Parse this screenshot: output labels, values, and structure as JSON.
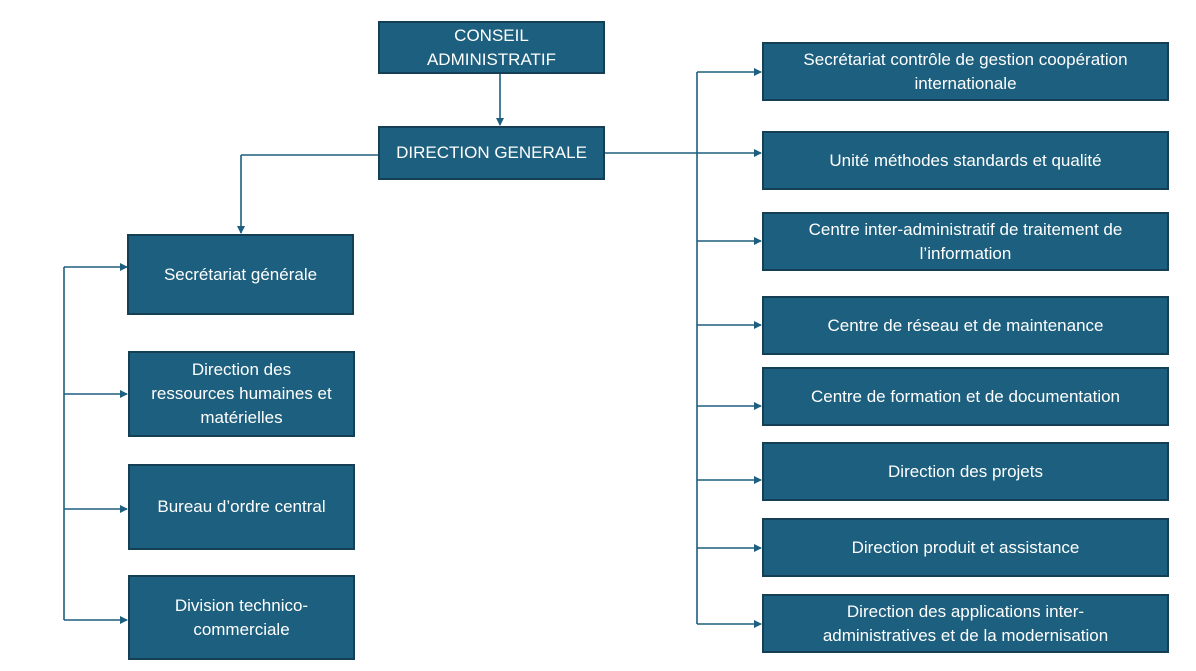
{
  "colors": {
    "box_fill": "#1d5f7e",
    "box_border": "#143f55",
    "connector": "#1d5f7e",
    "text": "#ffffff"
  },
  "top": {
    "conseil": "CONSEIL\nADMINISTRATIF",
    "direction_generale": "DIRECTION GENERALE"
  },
  "left_units": [
    "Secrétariat générale",
    "Direction des\nressources humaines et\nmatérielles",
    "Bureau d’ordre central",
    "Division technico-\ncommerciale"
  ],
  "right_units": [
    "Secrétariat contrôle de gestion coopération\ninternationale",
    "Unité méthodes standards et qualité",
    "Centre inter-administratif de traitement de\nl’information",
    "Centre de réseau et  de maintenance",
    "Centre de formation et de  documentation",
    "Direction des projets",
    "Direction produit et assistance",
    "Direction des applications  inter-\nadministratives et de la modernisation"
  ]
}
